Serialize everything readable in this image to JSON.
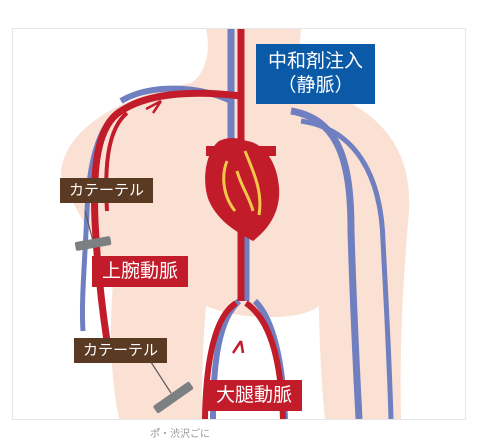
{
  "labels": {
    "neutralizer_line1": "中和剤注入",
    "neutralizer_line2": "（静脈）",
    "catheter_upper": "カテーテル",
    "brachial_artery": "上腕動脈",
    "catheter_lower": "カテーテル",
    "femoral_artery": "大腿動脈"
  },
  "caption": "ポ゚・渋沢ごに",
  "colors": {
    "artery": "#c21b2a",
    "vein": "#6f7fbf",
    "skin": "#fbe1d4",
    "label_brown": "#5a3a22",
    "label_red": "#c21b2a",
    "label_blue": "#0b5aa8",
    "heart_yellow": "#f3c84a"
  }
}
